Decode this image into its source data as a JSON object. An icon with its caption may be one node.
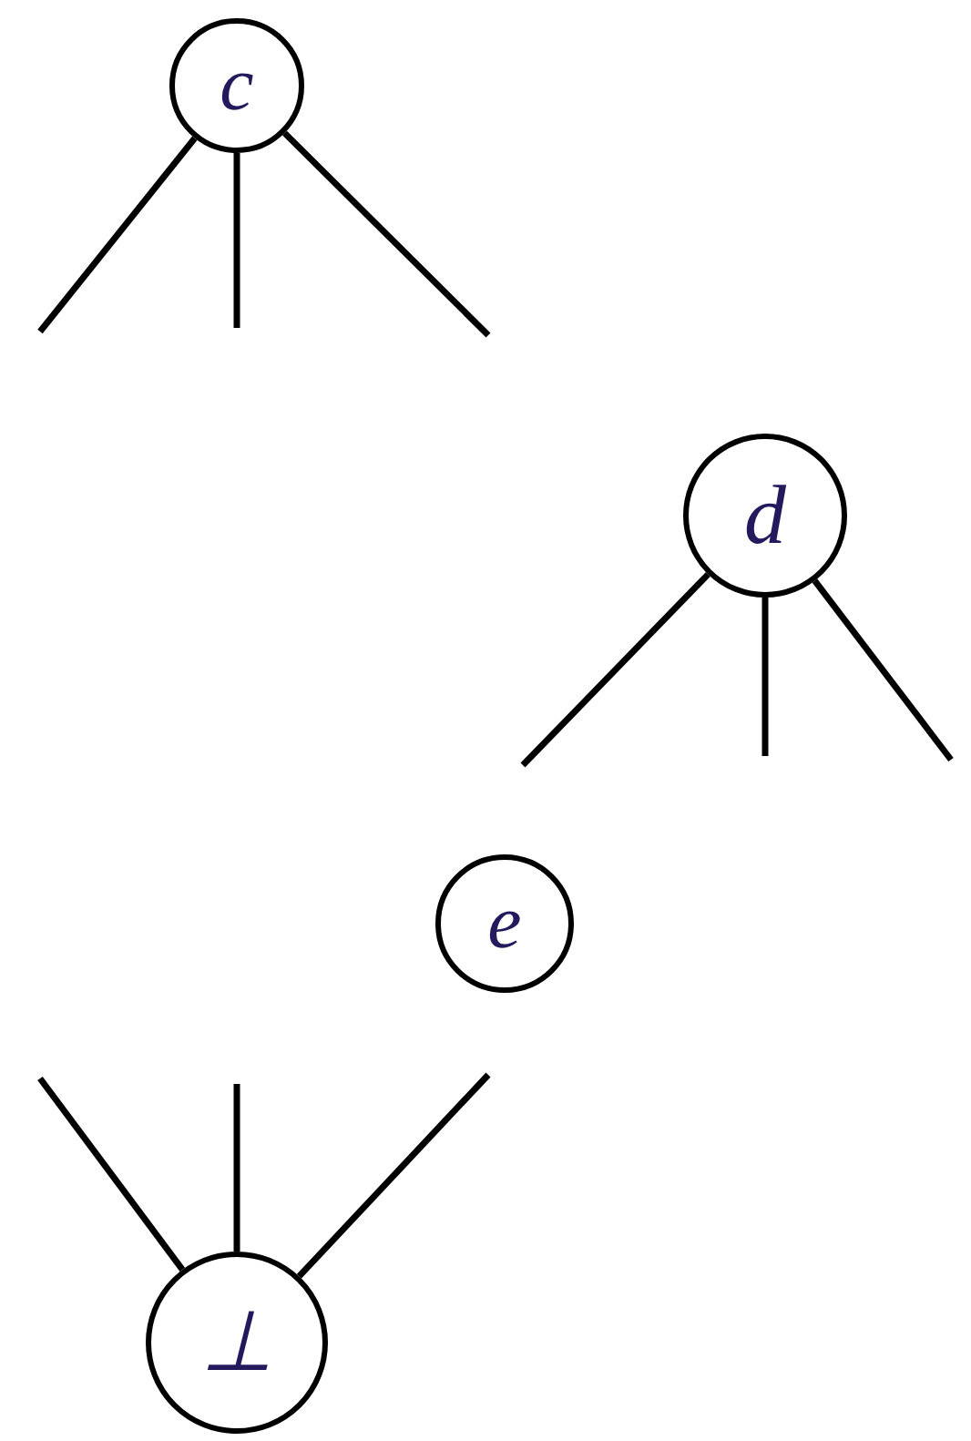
{
  "diagram": {
    "nodes": [
      {
        "text": [
          "c"
        ]
      },
      {
        "text": [
          "d"
        ]
      },
      {
        "text": [
          "e"
        ]
      },
      {
        "text": [
          "⊥"
        ]
      }
    ],
    "edges": [
      {
        "from": 0,
        "to": null,
        "arrow": "none"
      },
      {
        "from": 0,
        "to": null,
        "arrow": "none"
      },
      {
        "from": 0,
        "to": null,
        "arrow": "none"
      },
      {
        "from": 1,
        "to": null,
        "arrow": "none"
      },
      {
        "from": 1,
        "to": null,
        "arrow": "none"
      },
      {
        "from": 1,
        "to": null,
        "arrow": "none"
      },
      {
        "from": null,
        "to": 3,
        "arrow": "none"
      },
      {
        "from": null,
        "to": 3,
        "arrow": "none"
      },
      {
        "from": null,
        "to": 3,
        "arrow": "none"
      }
    ]
  }
}
